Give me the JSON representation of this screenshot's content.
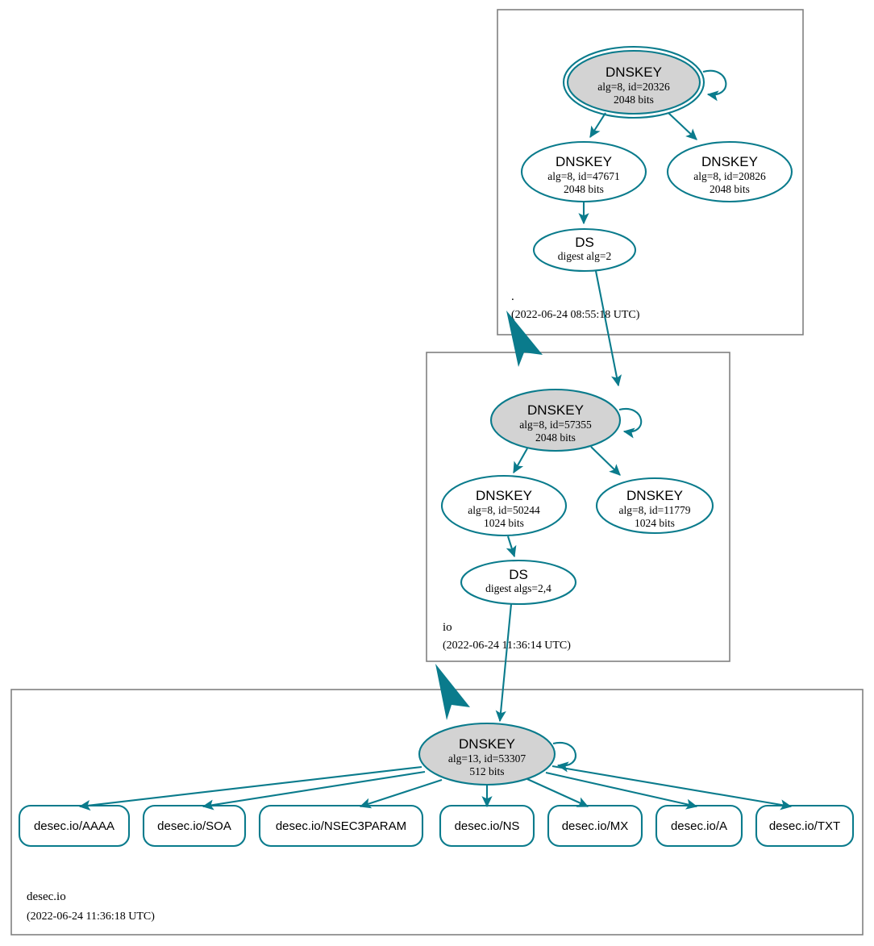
{
  "diagram": {
    "title": "DNSSEC Authentication Chain for desec.io",
    "colors": {
      "edge": "#0a7b8c",
      "node_stroke": "#0a7b8c",
      "secure_key_fill": "#d3d3d3",
      "node_fill": "#ffffff",
      "zone_border": "#808080",
      "text": "#000000"
    }
  },
  "zones": [
    {
      "id": "root",
      "name": ".",
      "timestamp": "(2022-06-24 08:55:18 UTC)",
      "nodes": [
        {
          "id": "root-ksk",
          "kind": "dnskey",
          "shape": "double-ellipse",
          "fill": "secure",
          "title": "DNSKEY",
          "line2": "alg=8, id=20326",
          "line3": "2048 bits",
          "alg": 8,
          "key_id": 20326,
          "key_size": "2048 bits",
          "self_signed": true
        },
        {
          "id": "root-zsk-47671",
          "kind": "dnskey",
          "shape": "ellipse",
          "fill": "white",
          "title": "DNSKEY",
          "line2": "alg=8, id=47671",
          "line3": "2048 bits",
          "alg": 8,
          "key_id": 47671,
          "key_size": "2048 bits",
          "self_signed": false
        },
        {
          "id": "root-zsk-20826",
          "kind": "dnskey",
          "shape": "ellipse",
          "fill": "white",
          "title": "DNSKEY",
          "line2": "alg=8, id=20826",
          "line3": "2048 bits",
          "alg": 8,
          "key_id": 20826,
          "key_size": "2048 bits",
          "self_signed": false
        },
        {
          "id": "root-ds",
          "kind": "ds",
          "shape": "ellipse",
          "fill": "white",
          "title": "DS",
          "line2": "digest alg=2",
          "line3": "",
          "digest_algs": "2"
        }
      ]
    },
    {
      "id": "io",
      "name": "io",
      "timestamp": "(2022-06-24 11:36:14 UTC)",
      "nodes": [
        {
          "id": "io-ksk",
          "kind": "dnskey",
          "shape": "ellipse",
          "fill": "secure",
          "title": "DNSKEY",
          "line2": "alg=8, id=57355",
          "line3": "2048 bits",
          "alg": 8,
          "key_id": 57355,
          "key_size": "2048 bits",
          "self_signed": true
        },
        {
          "id": "io-zsk-50244",
          "kind": "dnskey",
          "shape": "ellipse",
          "fill": "white",
          "title": "DNSKEY",
          "line2": "alg=8, id=50244",
          "line3": "1024 bits",
          "alg": 8,
          "key_id": 50244,
          "key_size": "1024 bits",
          "self_signed": false
        },
        {
          "id": "io-zsk-11779",
          "kind": "dnskey",
          "shape": "ellipse",
          "fill": "white",
          "title": "DNSKEY",
          "line2": "alg=8, id=11779",
          "line3": "1024 bits",
          "alg": 8,
          "key_id": 11779,
          "key_size": "1024 bits",
          "self_signed": false
        },
        {
          "id": "io-ds",
          "kind": "ds",
          "shape": "ellipse",
          "fill": "white",
          "title": "DS",
          "line2": "digest algs=2,4",
          "line3": "",
          "digest_algs": "2,4"
        }
      ]
    },
    {
      "id": "desec",
      "name": "desec.io",
      "timestamp": "(2022-06-24 11:36:18 UTC)",
      "nodes": [
        {
          "id": "desec-ksk",
          "kind": "dnskey",
          "shape": "ellipse",
          "fill": "secure",
          "title": "DNSKEY",
          "line2": "alg=13, id=53307",
          "line3": "512 bits",
          "alg": 13,
          "key_id": 53307,
          "key_size": "512 bits",
          "self_signed": true
        }
      ],
      "rrsets": [
        {
          "id": "rr-aaaa",
          "label": "desec.io/AAAA"
        },
        {
          "id": "rr-soa",
          "label": "desec.io/SOA"
        },
        {
          "id": "rr-nsec3param",
          "label": "desec.io/NSEC3PARAM"
        },
        {
          "id": "rr-ns",
          "label": "desec.io/NS"
        },
        {
          "id": "rr-mx",
          "label": "desec.io/MX"
        },
        {
          "id": "rr-a",
          "label": "desec.io/A"
        },
        {
          "id": "rr-txt",
          "label": "desec.io/TXT"
        }
      ]
    }
  ]
}
